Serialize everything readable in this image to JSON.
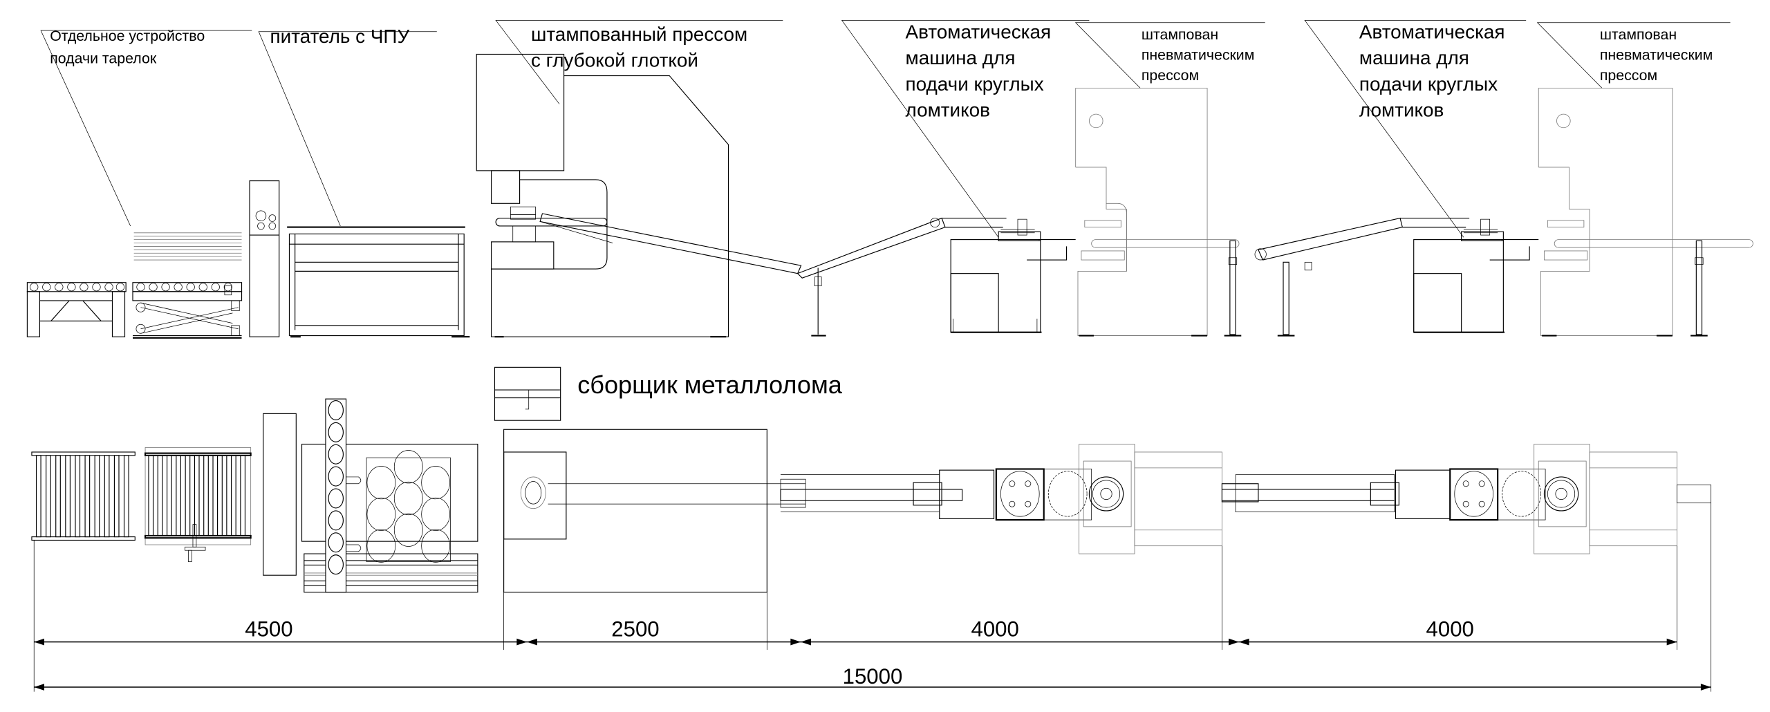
{
  "diagram": {
    "title": "Production line layout",
    "side_view_labels": [
      {
        "id": "plate-feeder",
        "lines": [
          "Отдельное устройство",
          "подачи тарелок"
        ]
      },
      {
        "id": "cnc-feeder",
        "lines": [
          "питатель с ЧПУ"
        ]
      },
      {
        "id": "deep-throat-press",
        "lines": [
          "штампованный прессом",
          "с глубокой глоткой"
        ]
      },
      {
        "id": "auto-feeder-1",
        "lines": [
          "Автоматическая",
          "машина для",
          "подачи круглых",
          "ломтиков"
        ]
      },
      {
        "id": "pneumatic-press-1",
        "lines": [
          "штампован",
          "пневматическим",
          "прессом"
        ]
      },
      {
        "id": "auto-feeder-2",
        "lines": [
          "Автоматическая",
          "машина для",
          "подачи круглых",
          "ломтиков"
        ]
      },
      {
        "id": "pneumatic-press-2",
        "lines": [
          "штампован",
          "пневматическим",
          "прессом"
        ]
      }
    ],
    "scrap_collector_label": "сборщик металлолома",
    "dimensions": {
      "unit": "mm",
      "segments": [
        {
          "label": "4500",
          "value": 4500
        },
        {
          "label": "2500",
          "value": 2500
        },
        {
          "label": "4000",
          "value": 4000
        },
        {
          "label": "4000",
          "value": 4000
        }
      ],
      "total": {
        "label": "15000",
        "value": 15000
      }
    }
  }
}
